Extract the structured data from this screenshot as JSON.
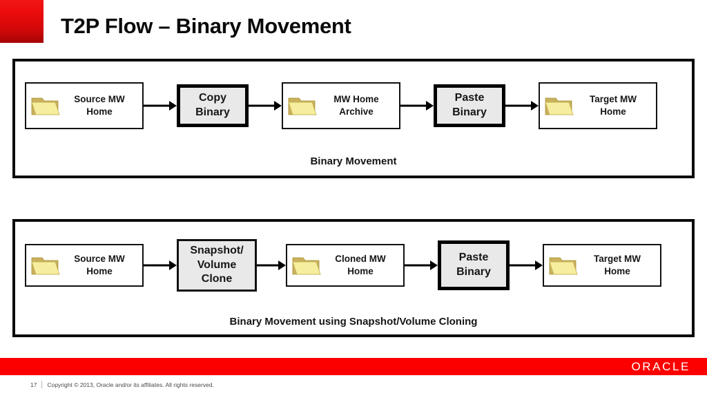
{
  "header": {
    "title": "T2P Flow – Binary Movement",
    "accent_color": "#e00a0a"
  },
  "panels": [
    {
      "id": "panel-1",
      "caption": "Binary Movement",
      "nodes": [
        {
          "kind": "data",
          "label": "Source MW\nHome",
          "icon": "folder-icon"
        },
        {
          "kind": "process",
          "label": "Copy\nBinary",
          "border": "thick",
          "fill": "#e9e9e9"
        },
        {
          "kind": "data",
          "label": "MW Home\nArchive",
          "icon": "folder-icon"
        },
        {
          "kind": "process",
          "label": "Paste\nBinary",
          "border": "thick",
          "fill": "#e9e9e9"
        },
        {
          "kind": "data",
          "label": "Target MW\nHome",
          "icon": "folder-icon"
        }
      ]
    },
    {
      "id": "panel-2",
      "caption": "Binary Movement using Snapshot/Volume Cloning",
      "nodes": [
        {
          "kind": "data",
          "label": "Source MW\nHome",
          "icon": "folder-icon"
        },
        {
          "kind": "process",
          "label": "Snapshot/\nVolume\nClone",
          "border": "thin",
          "fill": "#e9e9e9"
        },
        {
          "kind": "data",
          "label": "Cloned MW\nHome",
          "icon": "folder-icon"
        },
        {
          "kind": "process",
          "label": "Paste\nBinary",
          "border": "thick",
          "fill": "#e9e9e9"
        },
        {
          "kind": "data",
          "label": "Target MW\nHome",
          "icon": "folder-icon"
        }
      ]
    }
  ],
  "footer": {
    "bar_color": "#fc0000",
    "logo": "ORACLE",
    "page_number": "17",
    "copyright": "Copyright © 2013, Oracle and/or its affiliates. All rights reserved."
  }
}
